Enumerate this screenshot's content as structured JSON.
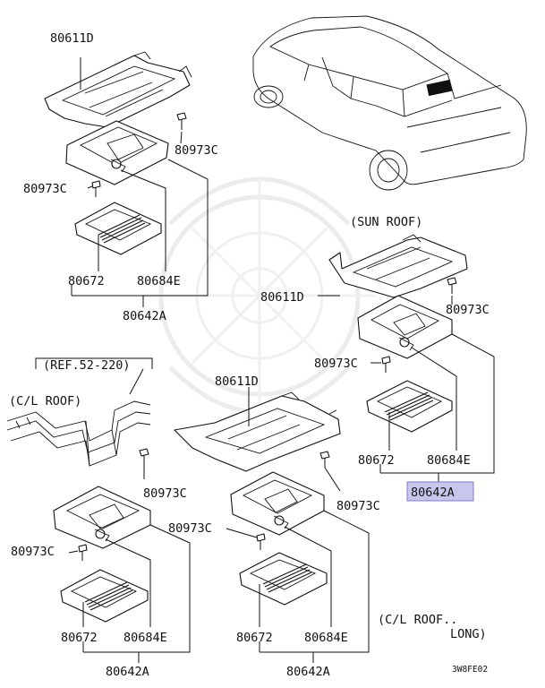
{
  "labels": {
    "top_left": {
      "bracket": "80611D",
      "bolt_right": "80973C",
      "bolt_left": "80973C",
      "lens": "80672",
      "bulb": "80684E",
      "assembly": "80642A"
    },
    "sun_roof": {
      "title": "(SUN ROOF)",
      "bracket": "80611D",
      "bolt_right": "80973C",
      "bolt_left": "80973C",
      "lens": "80672",
      "bulb": "80684E",
      "assembly": "80642A"
    },
    "cl_roof": {
      "ref": "(REF.52-220)",
      "title": "(C/L ROOF)",
      "bolt_right": "80973C",
      "bolt_left": "80973C",
      "lens": "80672",
      "bulb": "80684E",
      "assembly": "80642A"
    },
    "cl_roof_long": {
      "title_line1": "(C/L ROOF..",
      "title_line2": "LONG)",
      "bracket": "80611D",
      "bolt_right": "80973C",
      "bolt_left": "80973C",
      "lens": "80672",
      "bulb": "80684E",
      "assembly": "80642A"
    },
    "diagram_code": "3W8FE02"
  },
  "colors": {
    "line": "#111111",
    "highlight_fill": "#c7c7ee",
    "highlight_border": "#7c7cc8",
    "watermark": "#ececec"
  },
  "highlighted_part": "sun_roof.assembly",
  "icons": [
    "vehicle-icon",
    "bolt-icon",
    "bracket-icon",
    "lamp-housing-icon",
    "lens-icon"
  ]
}
